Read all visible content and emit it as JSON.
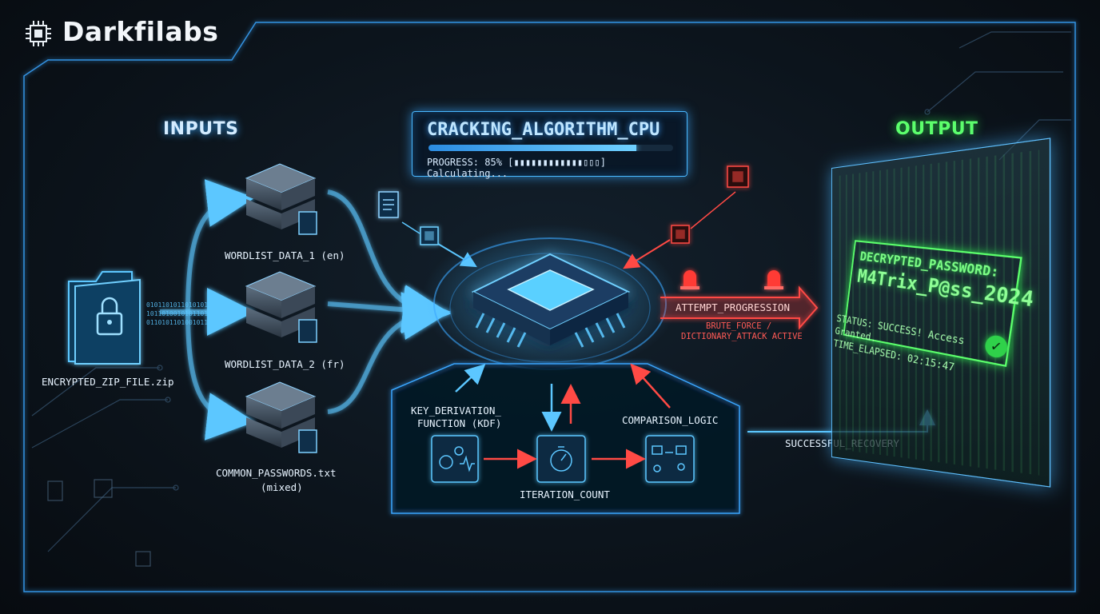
{
  "brand": {
    "name": "Darkfilabs",
    "icon": "chip-icon"
  },
  "inputs": {
    "title": "INPUTS",
    "source_file": "ENCRYPTED_ZIP_FILE.zip",
    "wordlists": [
      {
        "label": "WORDLIST_DATA_1 (en)"
      },
      {
        "label": "WORDLIST_DATA_2 (fr)"
      },
      {
        "label": "COMMON_PASSWORDS.txt",
        "sublabel": "(mixed)"
      }
    ]
  },
  "algorithm": {
    "title": "CRACKING_ALGORITHM_CPU",
    "progress_text": "PROGRESS: 85% [▮▮▮▮▮▮▮▮▮▮▮▮▯▯▯] Calculating...",
    "progress_fraction": 0.85
  },
  "attempt": {
    "label": "ATTEMPT_PROGRESSION",
    "mode_line1": "BRUTE_FORCE /",
    "mode_line2": "DICTIONARY_ATTACK ACTIVE"
  },
  "process": {
    "kdf_line1": "KEY_DERIVATION_",
    "kdf_line2": "FUNCTION (KDF)",
    "iteration": "ITERATION_COUNT",
    "comparison": "COMPARISON_LOGIC"
  },
  "output": {
    "title": "OUTPUT",
    "recovery_label": "SUCCESSFUL_RECOVERY",
    "password_label": "DECRYPTED_PASSWORD:",
    "password_value": "M4Trix_P@ss_2024",
    "status_line": "STATUS: SUCCESS! Access Granted.",
    "time_line": "TIME_ELAPSED: 02:15:47"
  },
  "colors": {
    "accent": "#49b8ff",
    "alert": "#ff4a45",
    "success": "#4dff63",
    "background": "#0b1118"
  }
}
